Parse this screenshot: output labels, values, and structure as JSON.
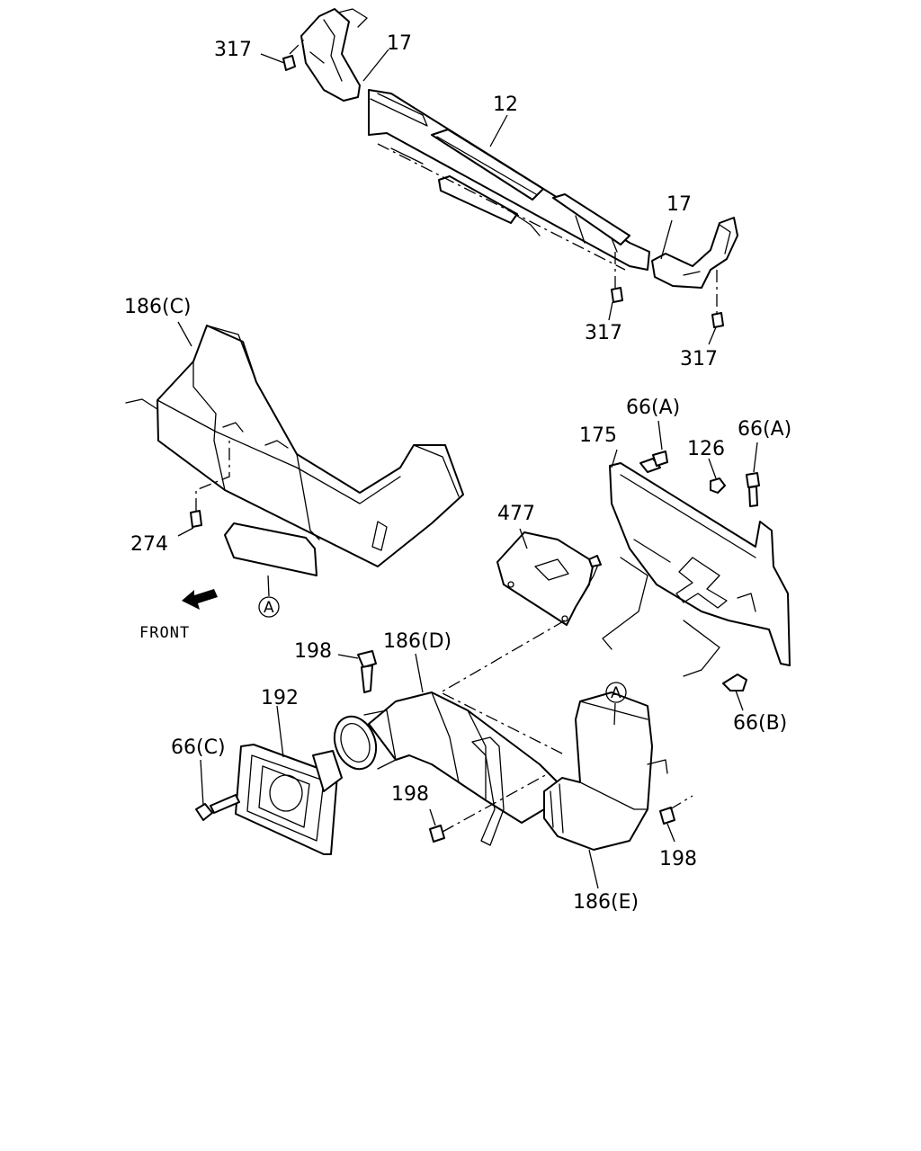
{
  "callouts": {
    "p317_top": "317",
    "p17_left": "17",
    "p12": "12",
    "p17_right": "17",
    "p317_mid": "317",
    "p317_right": "317",
    "p186c": "186(C)",
    "p274": "274",
    "ref_a_left": "A",
    "front": "FRONT",
    "p66a_left": "66(A)",
    "p175": "175",
    "p126": "126",
    "p66a_right": "66(A)",
    "p477": "477",
    "p198_top": "198",
    "p186d": "186(D)",
    "ref_a_right": "A",
    "p192": "192",
    "p66c": "66(C)",
    "p66b": "66(B)",
    "p198_mid": "198",
    "p198_right": "198",
    "p186e": "186(E)"
  }
}
